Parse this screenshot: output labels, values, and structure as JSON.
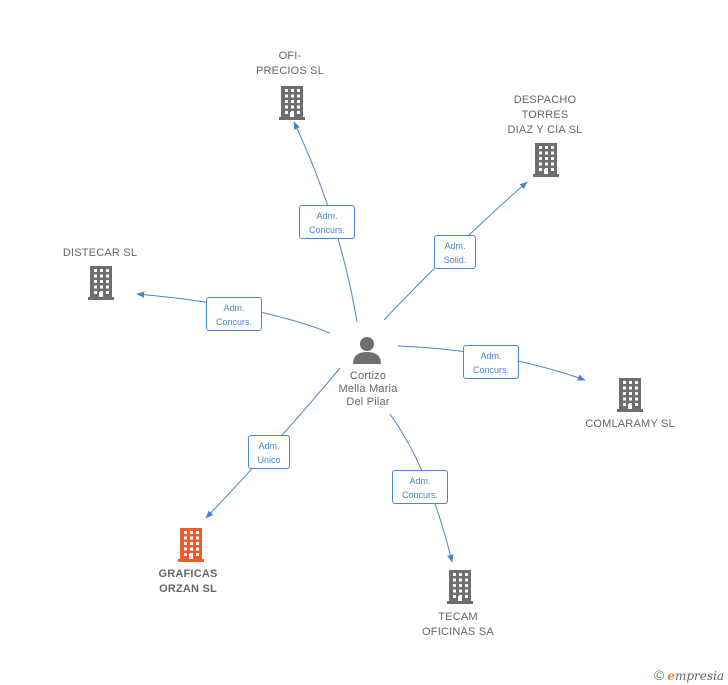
{
  "colors": {
    "edge": "#4a86c8",
    "building": "#6e6e6e",
    "building_highlight": "#f05a2c",
    "person": "#6e6e6e",
    "text": "#666666"
  },
  "center": {
    "label_lines": [
      "Cortizo",
      "Mella Maria",
      "Del Pilar"
    ],
    "icon": "person-icon"
  },
  "companies": [
    {
      "id": "ofi-precios",
      "label_lines": [
        "OFI-",
        "PRECIOS SL"
      ],
      "icon": "building-icon",
      "highlight": false
    },
    {
      "id": "despacho",
      "label_lines": [
        "DESPACHO",
        "TORRES",
        "DIAZ Y CIA SL"
      ],
      "icon": "building-icon",
      "highlight": false
    },
    {
      "id": "distecar",
      "label_lines": [
        "DISTECAR SL"
      ],
      "icon": "building-icon",
      "highlight": false
    },
    {
      "id": "comlaramy",
      "label_lines": [
        "COMLARAMY SL"
      ],
      "icon": "building-icon",
      "highlight": false
    },
    {
      "id": "graficas",
      "label_lines": [
        "GRAFICAS",
        "ORZAN SL"
      ],
      "icon": "building-icon",
      "highlight": true
    },
    {
      "id": "tecam",
      "label_lines": [
        "TECAM",
        "OFICINAS SA"
      ],
      "icon": "building-icon",
      "highlight": false
    }
  ],
  "relations": [
    {
      "target": "ofi-precios",
      "label_lines": [
        "Adm.",
        "Concurs."
      ]
    },
    {
      "target": "despacho",
      "label_lines": [
        "Adm.",
        "Solid."
      ]
    },
    {
      "target": "distecar",
      "label_lines": [
        "Adm.",
        "Concurs."
      ]
    },
    {
      "target": "comlaramy",
      "label_lines": [
        "Adm.",
        "Concurs."
      ]
    },
    {
      "target": "graficas",
      "label_lines": [
        "Adm.",
        "Unico"
      ]
    },
    {
      "target": "tecam",
      "label_lines": [
        "Adm.",
        "Concurs."
      ]
    }
  ],
  "footer": {
    "copyright_symbol": "©",
    "brand_first": "e",
    "brand_rest": "mpresia"
  }
}
